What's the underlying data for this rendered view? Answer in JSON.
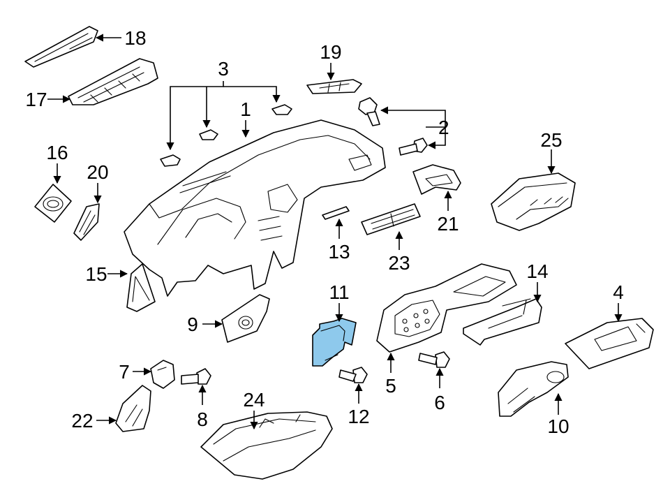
{
  "highlight_color": "#8EC9EC",
  "callouts": {
    "c1": "1",
    "c2": "2",
    "c3": "3",
    "c4": "4",
    "c5": "5",
    "c6": "6",
    "c7": "7",
    "c8": "8",
    "c9": "9",
    "c10": "10",
    "c11": "11",
    "c12": "12",
    "c13": "13",
    "c14": "14",
    "c15": "15",
    "c16": "16",
    "c17": "17",
    "c18": "18",
    "c19": "19",
    "c20": "20",
    "c21": "21",
    "c22": "22",
    "c23": "23",
    "c24": "24",
    "c25": "25"
  }
}
